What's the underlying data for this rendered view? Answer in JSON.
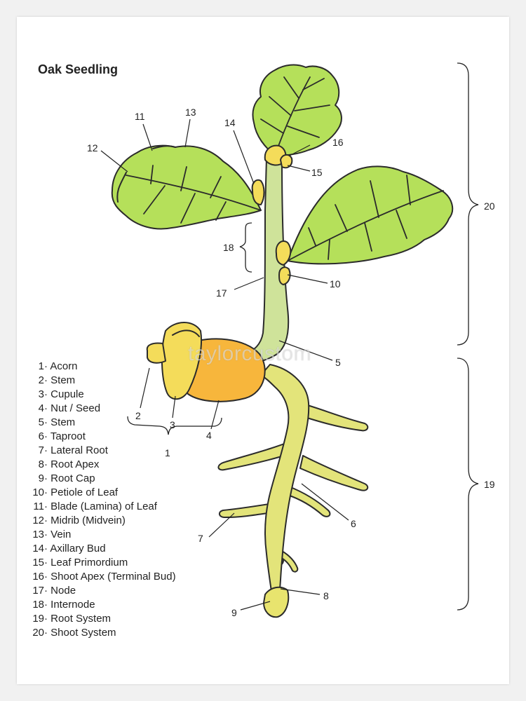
{
  "title": "Oak Seedling",
  "watermark": "taylorcustom",
  "legend": [
    {
      "num": "1",
      "label": "Acorn"
    },
    {
      "num": "2",
      "label": "Stem"
    },
    {
      "num": "3",
      "label": "Cupule"
    },
    {
      "num": "4",
      "label": "Nut / Seed"
    },
    {
      "num": "5",
      "label": "Stem"
    },
    {
      "num": "6",
      "label": "Taproot"
    },
    {
      "num": "7",
      "label": "Lateral Root"
    },
    {
      "num": "8",
      "label": "Root Apex"
    },
    {
      "num": "9",
      "label": "Root Cap"
    },
    {
      "num": "10",
      "label": "Petiole of Leaf"
    },
    {
      "num": "11",
      "label": "Blade (Lamina) of Leaf"
    },
    {
      "num": "12",
      "label": "Midrib (Midvein)"
    },
    {
      "num": "13",
      "label": "Vein"
    },
    {
      "num": "14",
      "label": "Axillary Bud"
    },
    {
      "num": "15",
      "label": "Leaf Primordium"
    },
    {
      "num": "16",
      "label": "Shoot Apex (Terminal Bud)"
    },
    {
      "num": "17",
      "label": "Node"
    },
    {
      "num": "18",
      "label": "Internode"
    },
    {
      "num": "19",
      "label": "Root System"
    },
    {
      "num": "20",
      "label": "Shoot System"
    }
  ],
  "colors": {
    "leaf": "#b5e05a",
    "leaf_outline": "#2b2b2b",
    "stem": "#cfe39a",
    "acorn_cup": "#f4dc5a",
    "acorn_nut": "#f7b63c",
    "root": "#e3e47a"
  }
}
